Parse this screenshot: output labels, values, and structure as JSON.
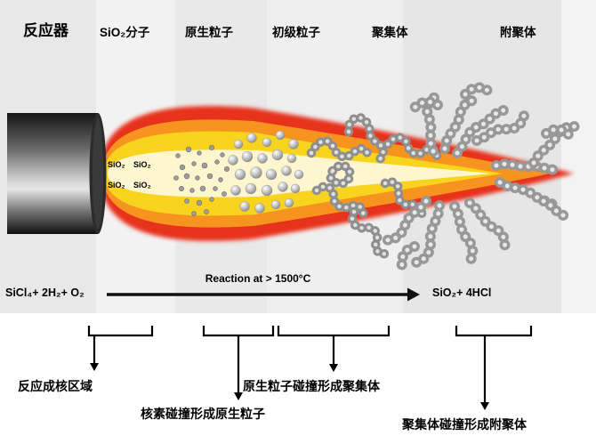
{
  "header": {
    "reactor_label": "反应器",
    "stages": [
      {
        "label": "SiO₂分子"
      },
      {
        "label": "原生粒子"
      },
      {
        "label": "初级粒子"
      },
      {
        "label": "聚集体"
      },
      {
        "label": "附聚体"
      }
    ]
  },
  "flame_labels": {
    "molecules": [
      "SiO₂",
      "SiO₂",
      "SiO₂",
      "SiO₂"
    ]
  },
  "reaction": {
    "reactants": "SiCl₄+ 2H₂+ O₂",
    "condition": "Reaction at > 1500°C",
    "products": "SiO₂+ 4HCl"
  },
  "annotations": {
    "nucleation": "反应成核区域",
    "nuclei_to_primary": "核素碰撞形成原生粒子",
    "primary_to_aggregate": "原生粒子碰撞形成聚集体",
    "aggregate_to_agglomerate": "聚集体碰撞形成附聚体"
  },
  "colors": {
    "flame_outer_red": "#e7311b",
    "flame_orange": "#f79420",
    "flame_yellow": "#f8d41f",
    "flame_core": "#fdf6ce",
    "particle_gray": "#bdbdbd",
    "arrow_black": "#111111"
  }
}
